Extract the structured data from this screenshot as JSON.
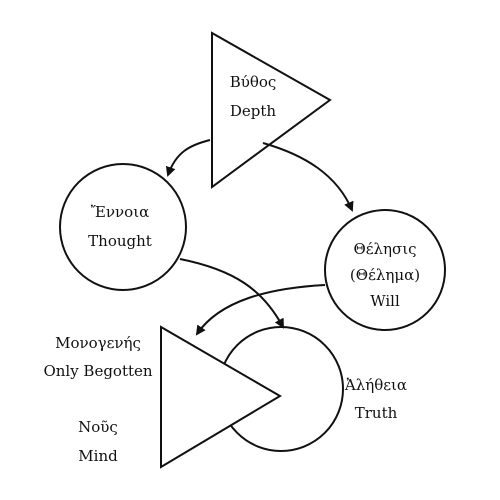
{
  "nodes": {
    "bythos": {
      "greek": "Βύθος",
      "english": "Depth"
    },
    "ennoia": {
      "greek": "Ἔννοια",
      "english": "Thought"
    },
    "thelesis": {
      "greek": "Θέλησις",
      "alt": "(Θέλημα)",
      "english": "Will"
    },
    "monogenes": {
      "greek": "Μονογενής",
      "english": "Only Begotten"
    },
    "aletheia": {
      "greek": "Ἀλήθεια",
      "english": "Truth"
    },
    "nous": {
      "greek": "Νοῦς",
      "english": "Mind"
    }
  }
}
